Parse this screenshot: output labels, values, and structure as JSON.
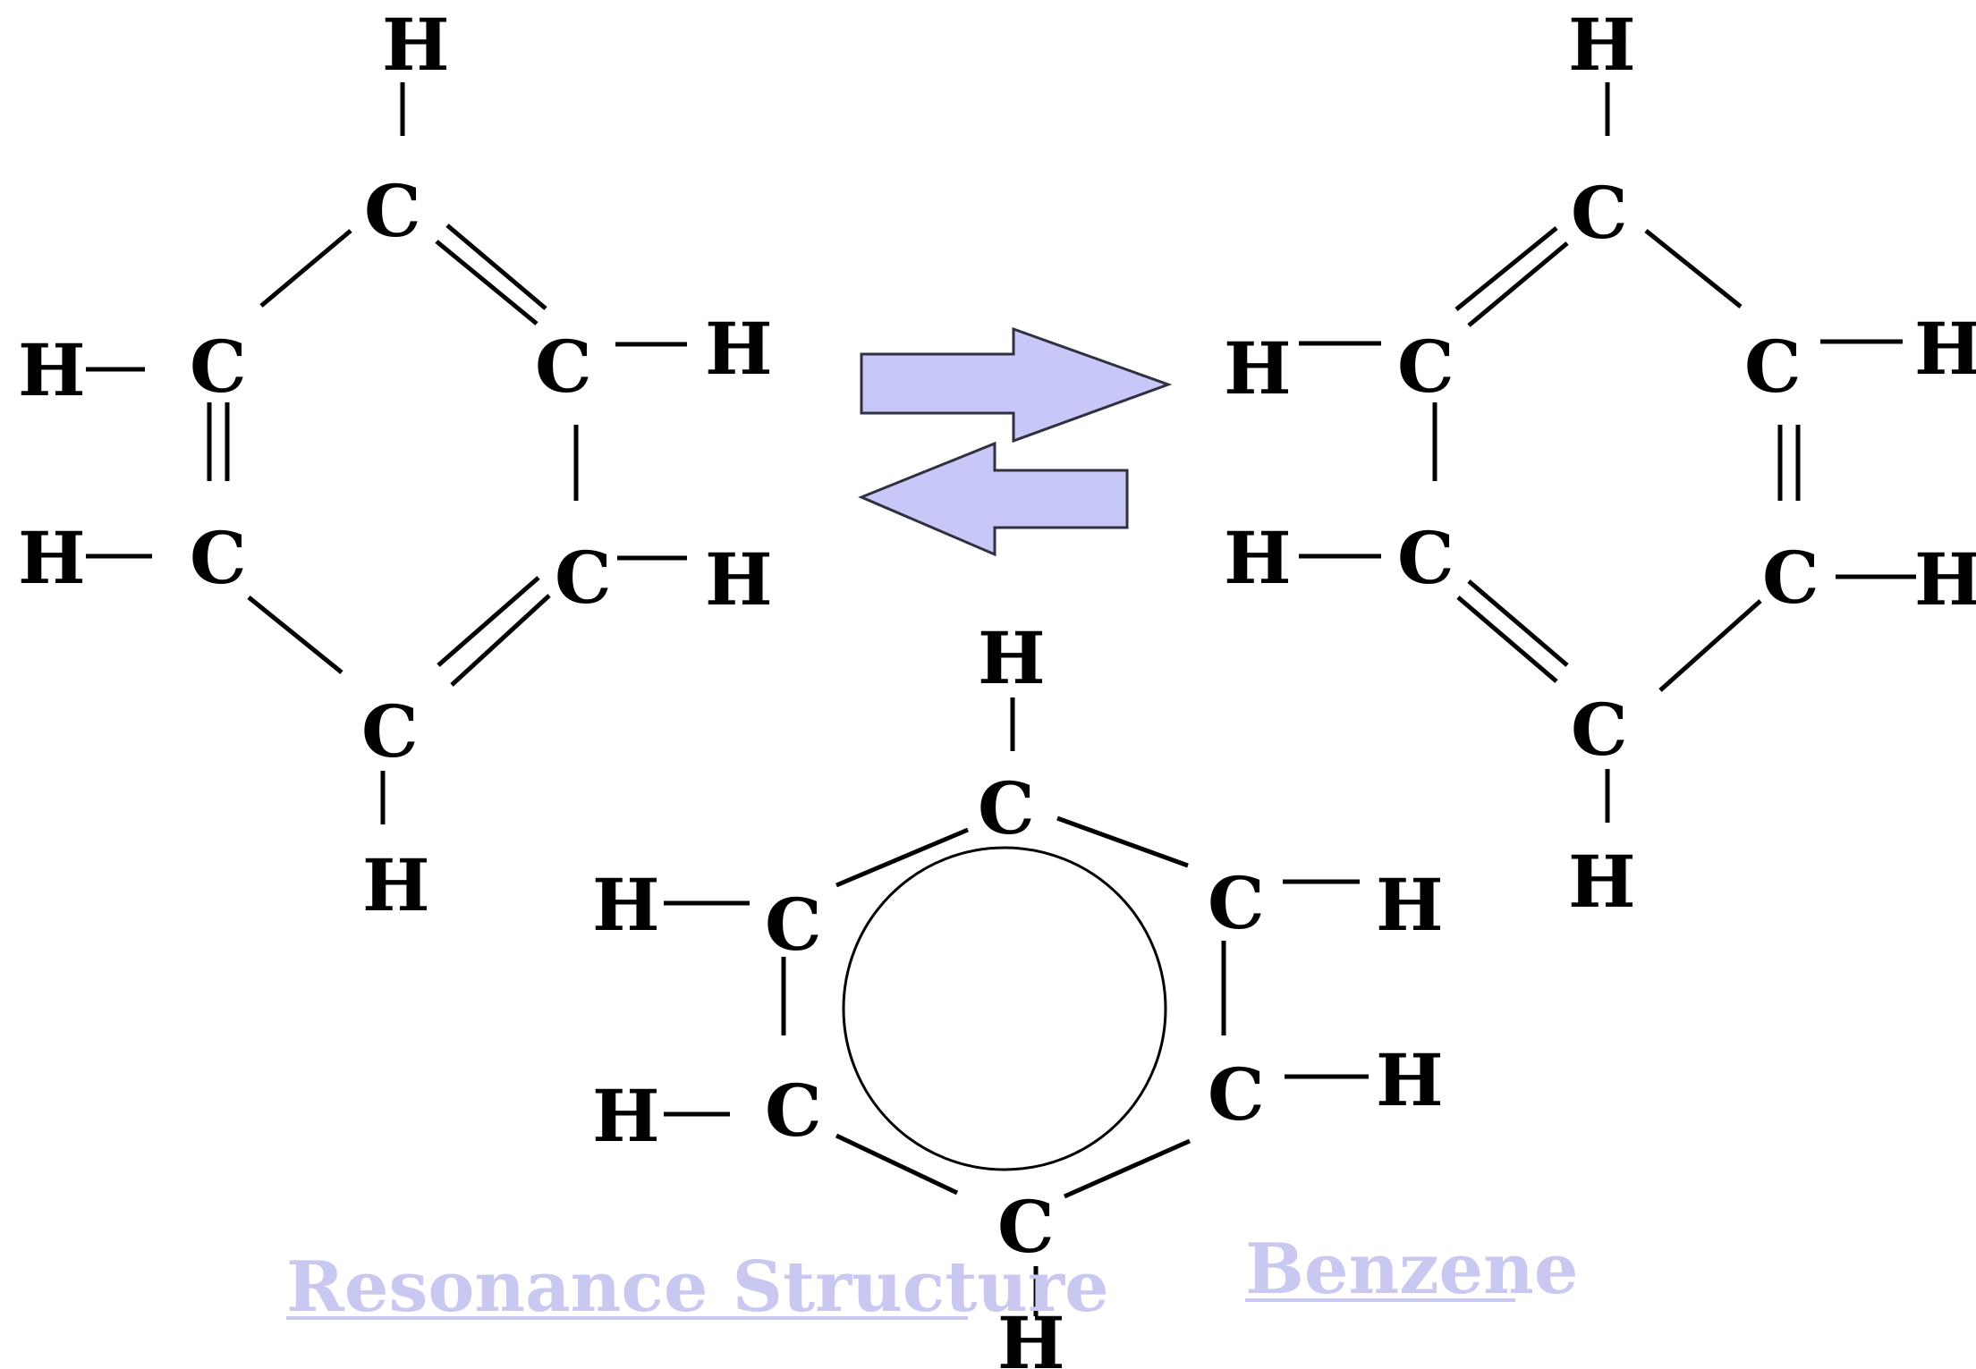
{
  "atoms": {
    "carbon": "C",
    "hydrogen": "H"
  },
  "captions": {
    "resonance_link": "Resonance Structure",
    "benzene_link": "Benzene"
  },
  "colors": {
    "arrow_fill": "#c8c8f8",
    "link_text": "#c8c8f0"
  }
}
